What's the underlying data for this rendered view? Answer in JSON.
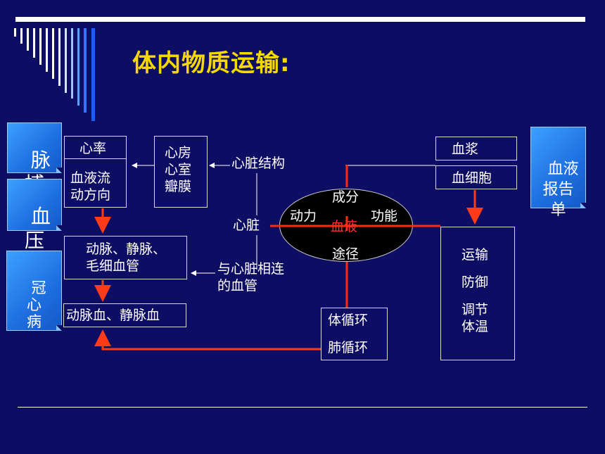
{
  "title": "体内物质运输:",
  "side_tags": {
    "pulse": "脉\n搏",
    "blood_pressure": "血\n压",
    "coronary": "冠\n心\n病",
    "blood_report": "血液\n报告\n单"
  },
  "left": {
    "heart_rate": "心率",
    "blood_flow": "血液流\n动方向",
    "heart_parts": "心房\n心室\n瓣膜",
    "heart_structure": "心脏结构",
    "heart": "心脏",
    "vessel_types": "动脉、静脉、\n毛细血管",
    "connected_vessels": "与心脏相连\n的血管",
    "blood_types": "动脉血、静脉血"
  },
  "center": {
    "composition": "成分",
    "power": "动力",
    "blood": "血液",
    "function": "功能",
    "pathway": "途径"
  },
  "right": {
    "plasma": "血浆",
    "blood_cells": "血细胞",
    "functions": [
      "运输",
      "防御",
      "调节\n体温"
    ],
    "circulation": [
      "体循环",
      "肺循环"
    ]
  },
  "colors": {
    "background": "#0d0d63",
    "title": "#f5d800",
    "connector": "#ff2a10",
    "arrow": "#ff3b1a",
    "blood_text": "#ff3030"
  }
}
